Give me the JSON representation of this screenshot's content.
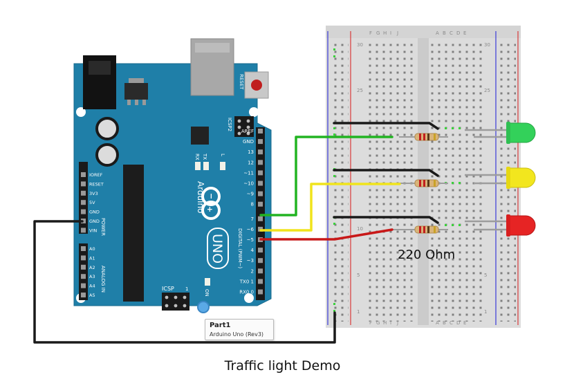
{
  "caption": "Traffic light Demo",
  "resistor_label": "220 Ohm",
  "tooltip": {
    "title": "Part1",
    "subtitle": "Arduino Uno (Rev3)"
  },
  "arduino": {
    "brand": "Arduino",
    "model": "UNO",
    "reset_label": "RESET",
    "icsp2_label": "ICSP2",
    "icsp_label": "ICSP",
    "tx_label": "TX",
    "rx_label": "RX",
    "l_label": "L",
    "on_label": "ON",
    "digital_label": "DIGITAL (PWM~)",
    "power_label": "POWER",
    "analog_label": "ANALOG IN",
    "one_label": "1",
    "digital_pins": [
      "AREF",
      "GND",
      "13",
      "12",
      "~11",
      "~10",
      "~9",
      "8",
      "7",
      "~6",
      "~5",
      "4",
      "~3",
      "2",
      "TX0 1",
      "RX0 0"
    ],
    "power_pins": [
      "IOREF",
      "RESET",
      "3V3",
      "5V",
      "GND",
      "GND",
      "VIN"
    ],
    "analog_pins": [
      "A0",
      "A1",
      "A2",
      "A3",
      "A4",
      "A5"
    ],
    "board_color": "#1f7fa8"
  },
  "breadboard": {
    "col_letters_left": [
      "F",
      "G",
      "H",
      "I",
      "J"
    ],
    "col_letters_right": [
      "A",
      "B",
      "C",
      "D",
      "E"
    ],
    "row_numbers": [
      "30",
      "25",
      "10",
      "5",
      "1"
    ]
  },
  "colors": {
    "green_wire": "#22b422",
    "yellow_wire": "#f0e41c",
    "red_wire": "#c81818",
    "black_wire": "#1a1a1a",
    "led_green": "#33d15a",
    "led_yellow": "#f2e61e",
    "led_red": "#e62424"
  }
}
